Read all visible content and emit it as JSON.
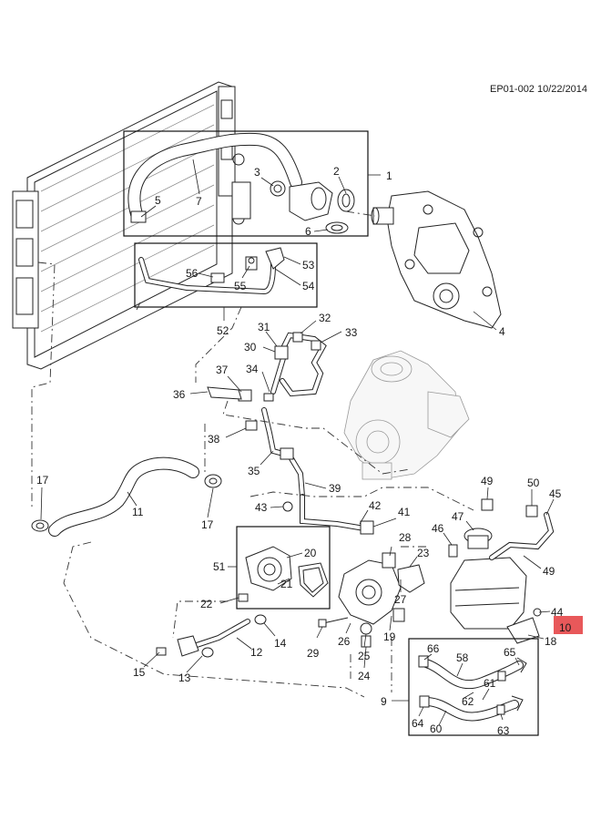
{
  "header": {
    "code": "EP01-002 10/22/2014"
  },
  "callouts": [
    "1",
    "2",
    "3",
    "4",
    "5",
    "6",
    "7",
    "9",
    "10",
    "11",
    "12",
    "13",
    "14",
    "15",
    "17",
    "17",
    "18",
    "19",
    "20",
    "21",
    "22",
    "23",
    "24",
    "25",
    "26",
    "27",
    "28",
    "29",
    "30",
    "31",
    "32",
    "33",
    "34",
    "35",
    "36",
    "37",
    "38",
    "39",
    "41",
    "42",
    "43",
    "44",
    "45",
    "46",
    "47",
    "49",
    "49",
    "50",
    "51",
    "52",
    "53",
    "54",
    "55",
    "56",
    "58",
    "60",
    "61",
    "62",
    "63",
    "64",
    "65",
    "66"
  ],
  "highlight": {
    "color": "#e8585a",
    "meaning": "highlighted-part-44-10"
  },
  "colors": {
    "line": "#222222",
    "background": "#ffffff",
    "engine_ghost": "#9a9a9a"
  }
}
